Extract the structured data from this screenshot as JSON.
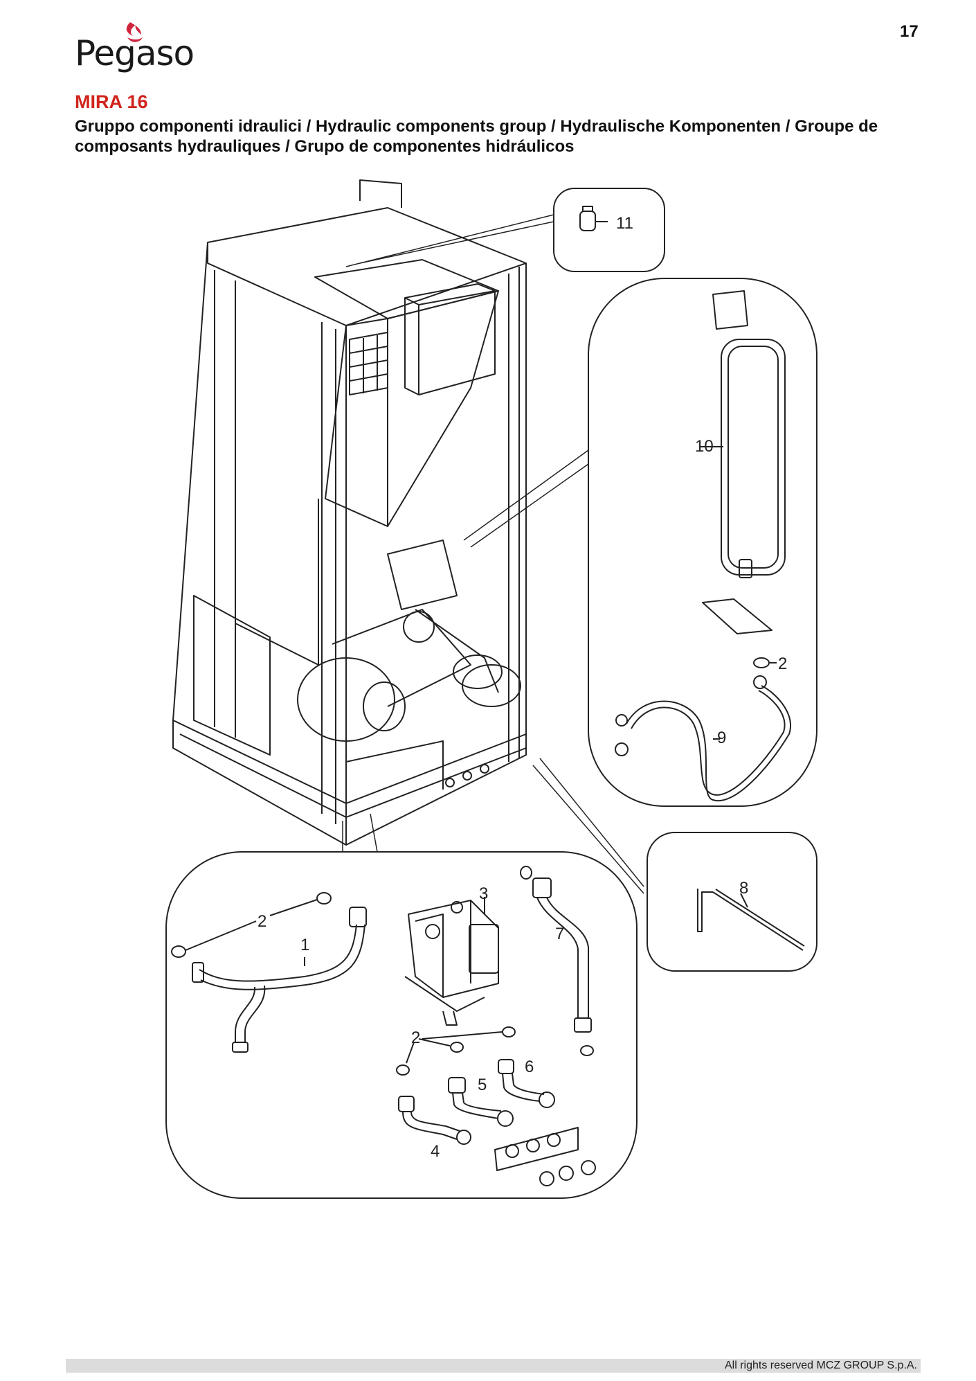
{
  "page": {
    "number": "17"
  },
  "brand": {
    "logo_text": "Pegaso"
  },
  "document": {
    "model": "MIRA 16",
    "section_title": "Gruppo componenti idraulici / Hydraulic components group / Hydraulische Komponenten  / Groupe de composants hydrauliques / Grupo de componentes hidráulicos"
  },
  "callouts": {
    "c1": "1",
    "c2a": "2",
    "c2b": "2",
    "c2c": "2",
    "c3": "3",
    "c4": "4",
    "c5": "5",
    "c6": "6",
    "c7": "7",
    "c8": "8",
    "c9": "9",
    "c10": "10",
    "c11": "11"
  },
  "footer": {
    "copyright": "All rights reserved MCZ GROUP S.p.A."
  },
  "colors": {
    "brand_red": "#d0241c",
    "logo_flame": "#d0243c",
    "footer_bar": "#dcdcdc"
  }
}
